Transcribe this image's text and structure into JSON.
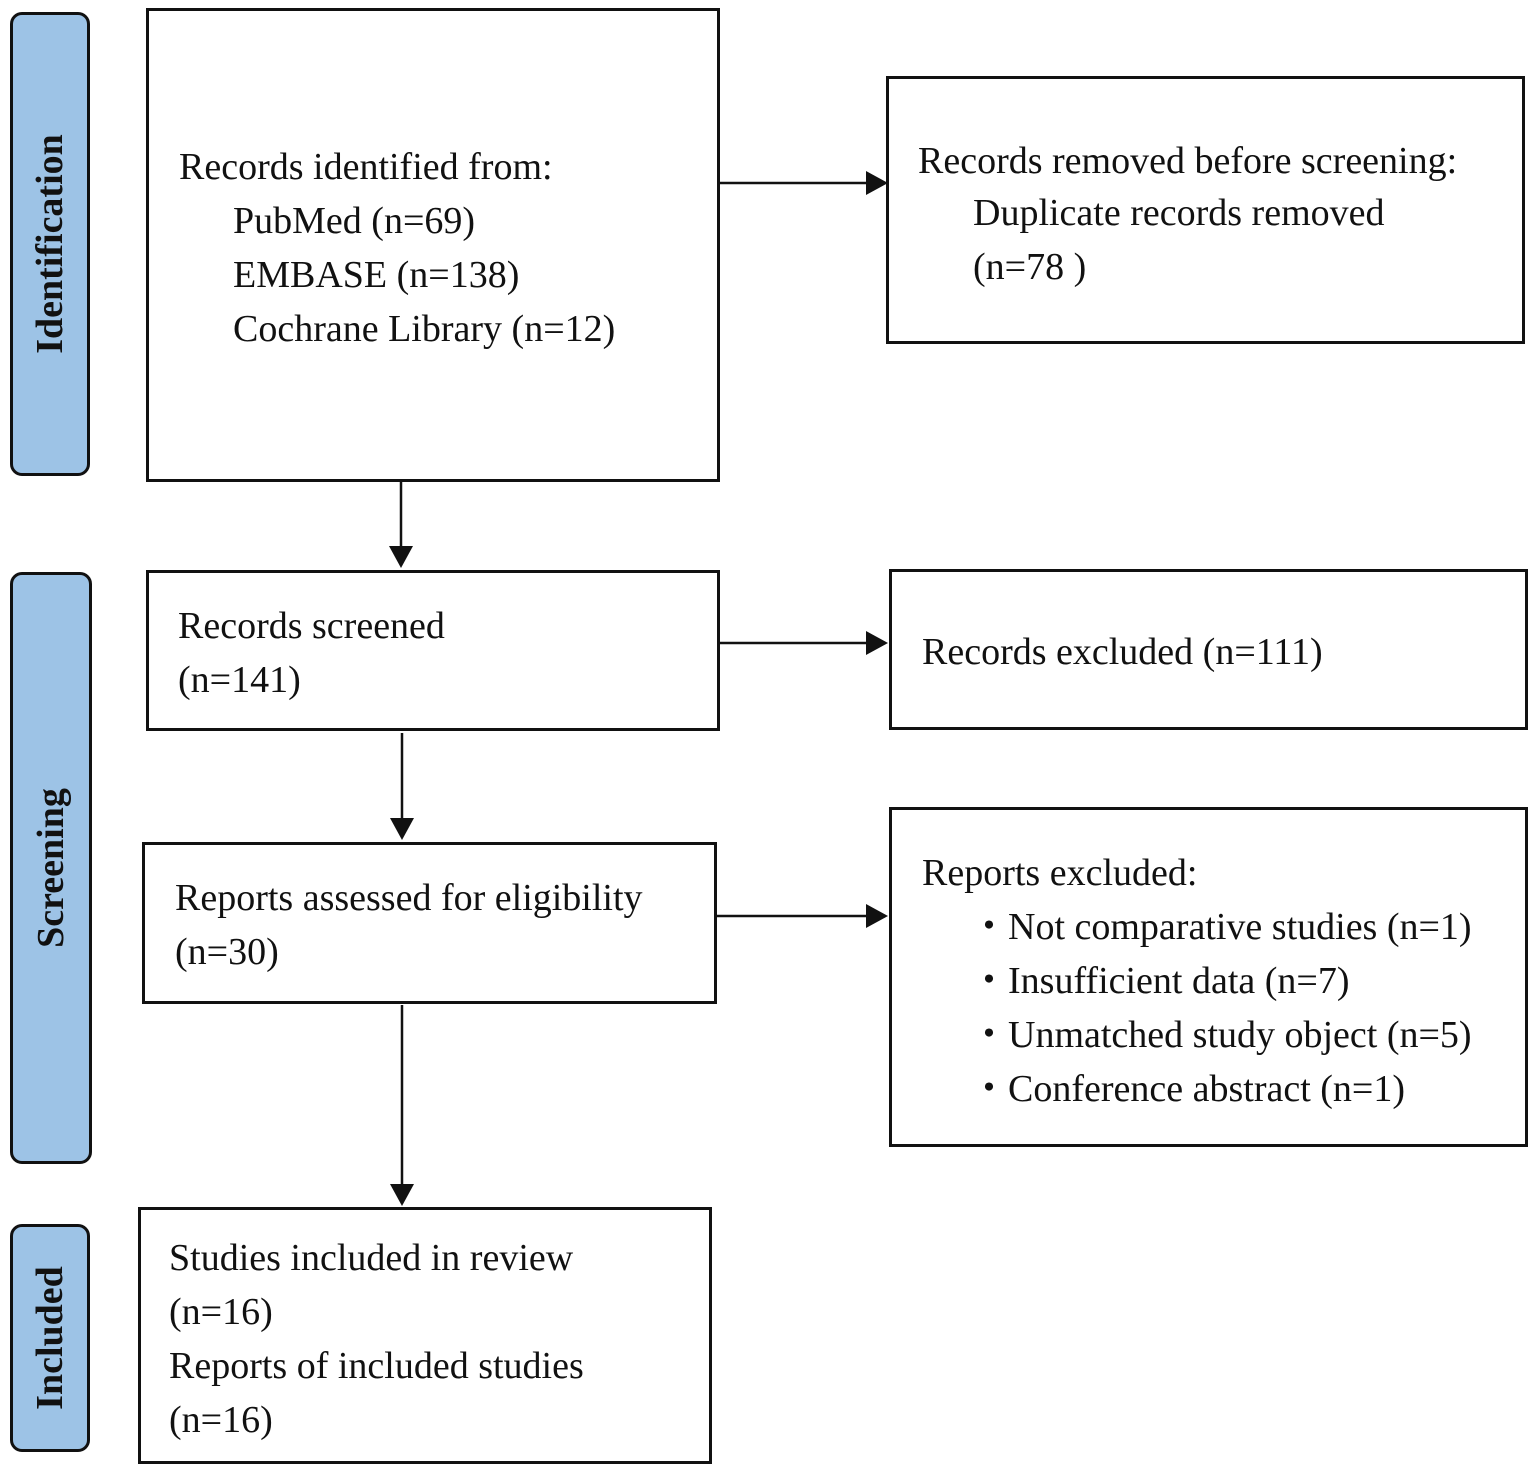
{
  "colors": {
    "stage_fill": "#9dc3e6",
    "border": "#111111"
  },
  "stages": {
    "identification": "Identification",
    "screening": "Screening",
    "included": "Included"
  },
  "identification_box": {
    "heading": "Records identified from:",
    "pubmed": "PubMed (n=69)",
    "embase": "EMBASE (n=138)",
    "cochrane": "Cochrane Library (n=12)"
  },
  "removed_box": {
    "heading": "Records removed before screening:",
    "line1": "Duplicate records removed",
    "line2": "(n=78 )"
  },
  "screened_box": {
    "line1": "Records screened",
    "line2": "(n=141)"
  },
  "excluded_records_box": {
    "line1": "Records excluded (n=111)"
  },
  "eligibility_box": {
    "line1": "Reports assessed for eligibility",
    "line2": "(n=30)"
  },
  "reports_excluded_box": {
    "heading": "Reports excluded:",
    "items": [
      "・Not comparative studies (n=1)",
      "・Insufficient data (n=7)",
      "・Unmatched study object (n=5)",
      "・Conference abstract (n=1)"
    ]
  },
  "included_box": {
    "line1": "Studies included in review",
    "line2": "(n=16)",
    "line3": "Reports of included studies",
    "line4": "(n=16)"
  }
}
